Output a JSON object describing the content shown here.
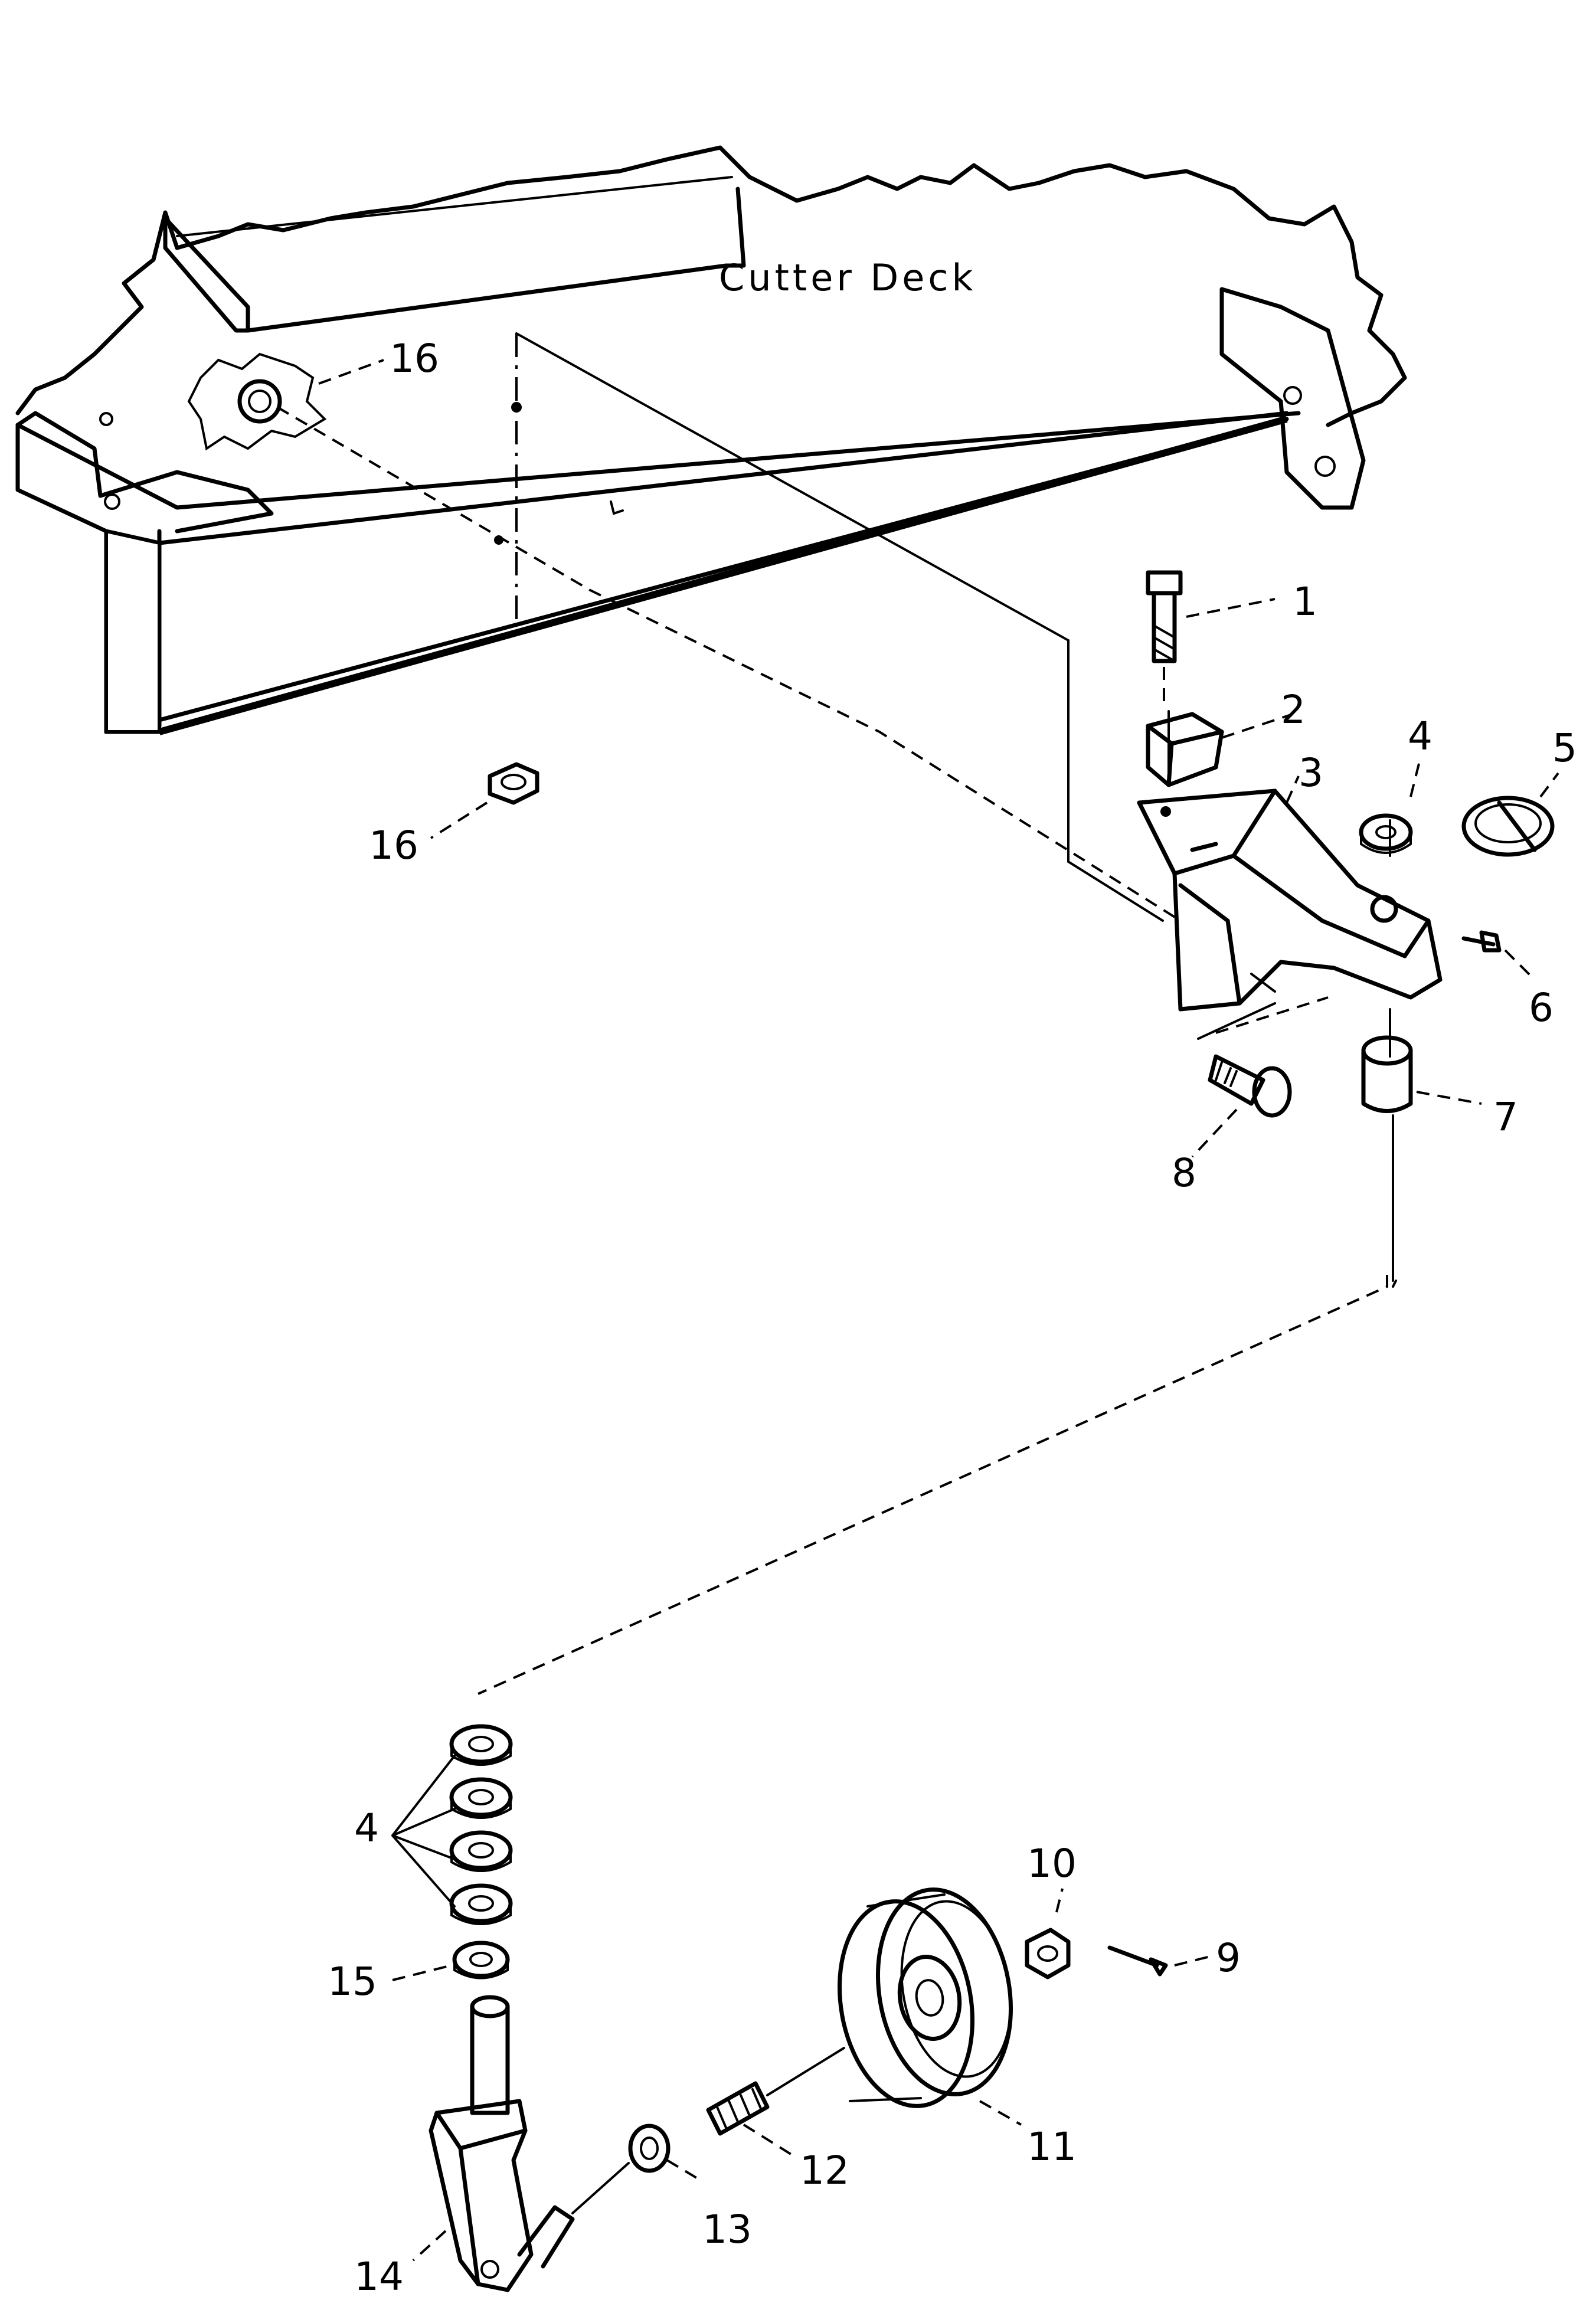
{
  "deck_label": "Cutter Deck",
  "callouts": {
    "c1": "1",
    "c2": "2",
    "c3": "3",
    "c4a": "4",
    "c4b": "4",
    "c5": "5",
    "c6": "6",
    "c7": "7",
    "c8": "8",
    "c9": "9",
    "c10": "10",
    "c11": "11",
    "c12": "12",
    "c13": "13",
    "c14": "14",
    "c15": "15",
    "c16a": "16",
    "c16b": "16"
  },
  "colors": {
    "ink": "#000000",
    "paper": "#ffffff"
  }
}
